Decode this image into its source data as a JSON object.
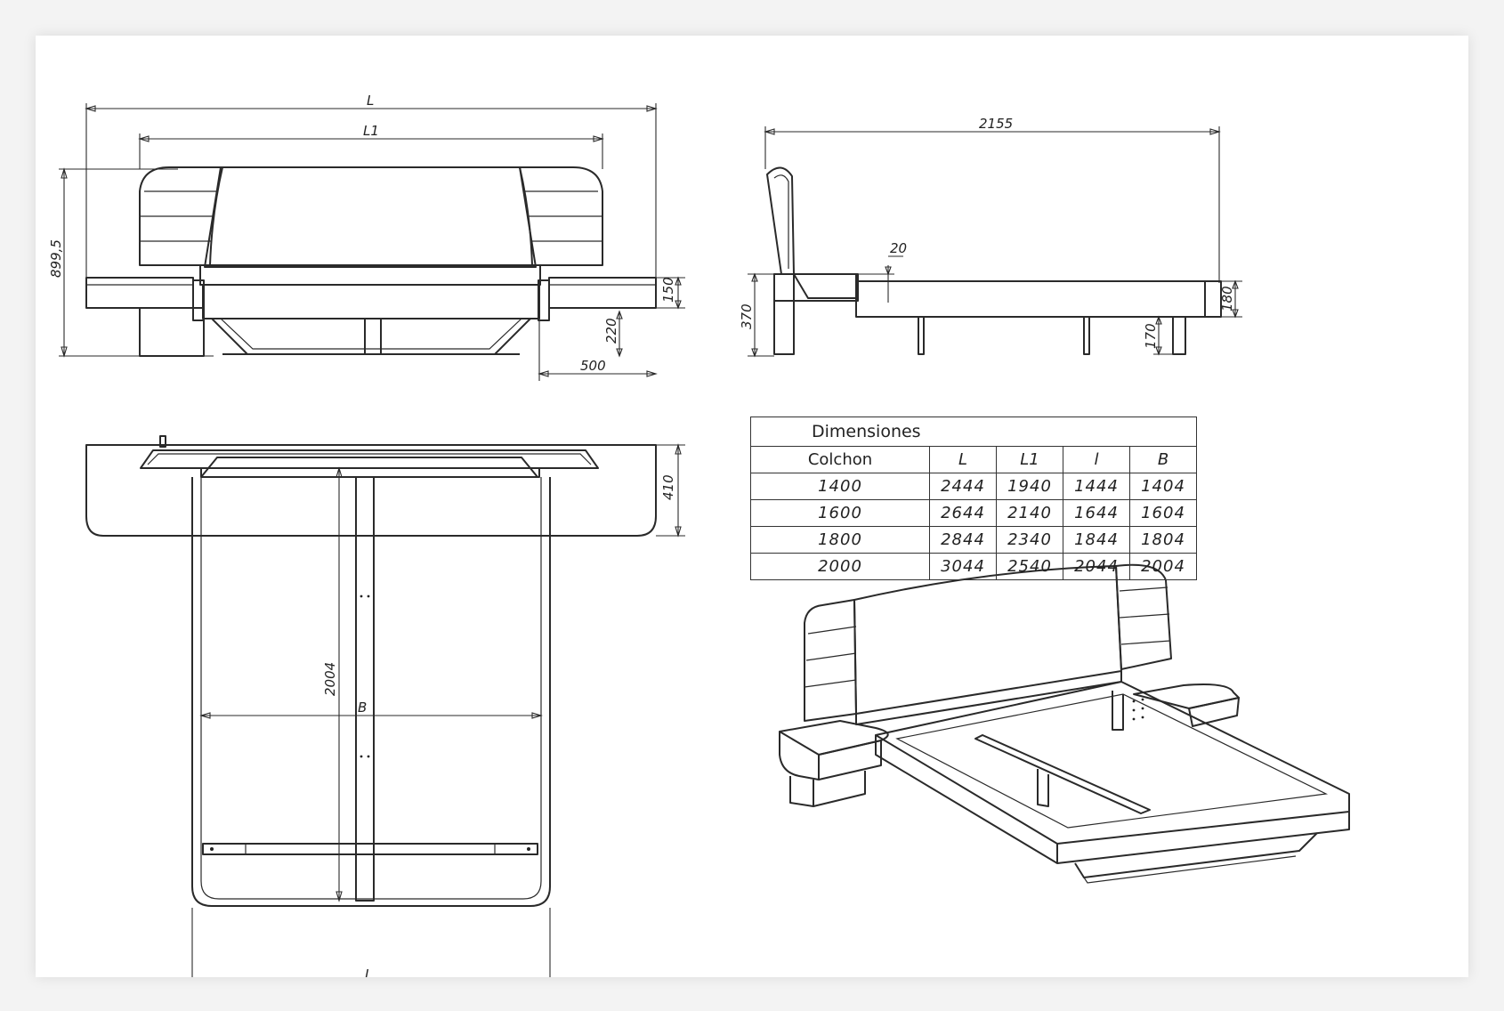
{
  "drawing": {
    "front_view": {
      "dim_overall": "L",
      "dim_inner": "L1",
      "dim_height": "899,5",
      "dim_nightstand_h": "150",
      "dim_leg_h": "220",
      "dim_nightstand_w": "500"
    },
    "side_view": {
      "dim_length": "2155",
      "dim_small": "20",
      "dim_head_h": "370",
      "dim_frame_h": "180",
      "dim_leg_h": "170"
    },
    "top_view": {
      "dim_depth": "410",
      "dim_inner_length": "2004",
      "dim_width": "B",
      "dim_bottom": "L"
    }
  },
  "table": {
    "title": "Dimensiones",
    "headers": [
      "Colchon",
      "L",
      "L1",
      "l",
      "B"
    ],
    "rows": [
      [
        "1400",
        "2444",
        "1940",
        "1444",
        "1404"
      ],
      [
        "1600",
        "2644",
        "2140",
        "1644",
        "1604"
      ],
      [
        "1800",
        "2844",
        "2340",
        "1844",
        "1804"
      ],
      [
        "2000",
        "3044",
        "2540",
        "2044",
        "2004"
      ]
    ]
  }
}
